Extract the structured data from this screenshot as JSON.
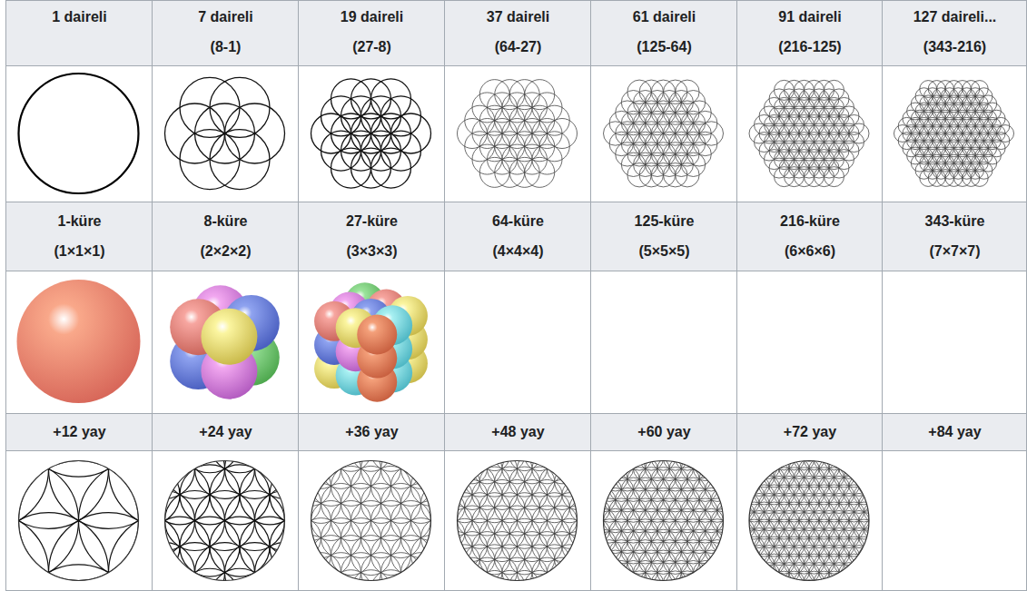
{
  "diagram": {
    "labels": [
      "1 daireli",
      "7 daireli",
      "(8-1)",
      "19 daireli",
      "(27-8)",
      "37 daireli",
      "(64-27)",
      "61 daireli",
      "(125-64)",
      "91 daireli",
      "(216-125)",
      "127 daireli...",
      "(343-216)",
      "1-küre",
      "(1×1×1)",
      "8-küre",
      "(2×2×2)",
      "27-küre",
      "(3×3×3)",
      "64-küre",
      "(4×4×4)",
      "125-küre",
      "(5×5×5)",
      "216-küre",
      "(6×6×6)",
      "343-küre",
      "(7×7×7)",
      "+12 yay",
      "+24 yay",
      "+36 yay",
      "+48 yay",
      "+60 yay",
      "+72 yay",
      "+84 yay"
    ]
  }
}
